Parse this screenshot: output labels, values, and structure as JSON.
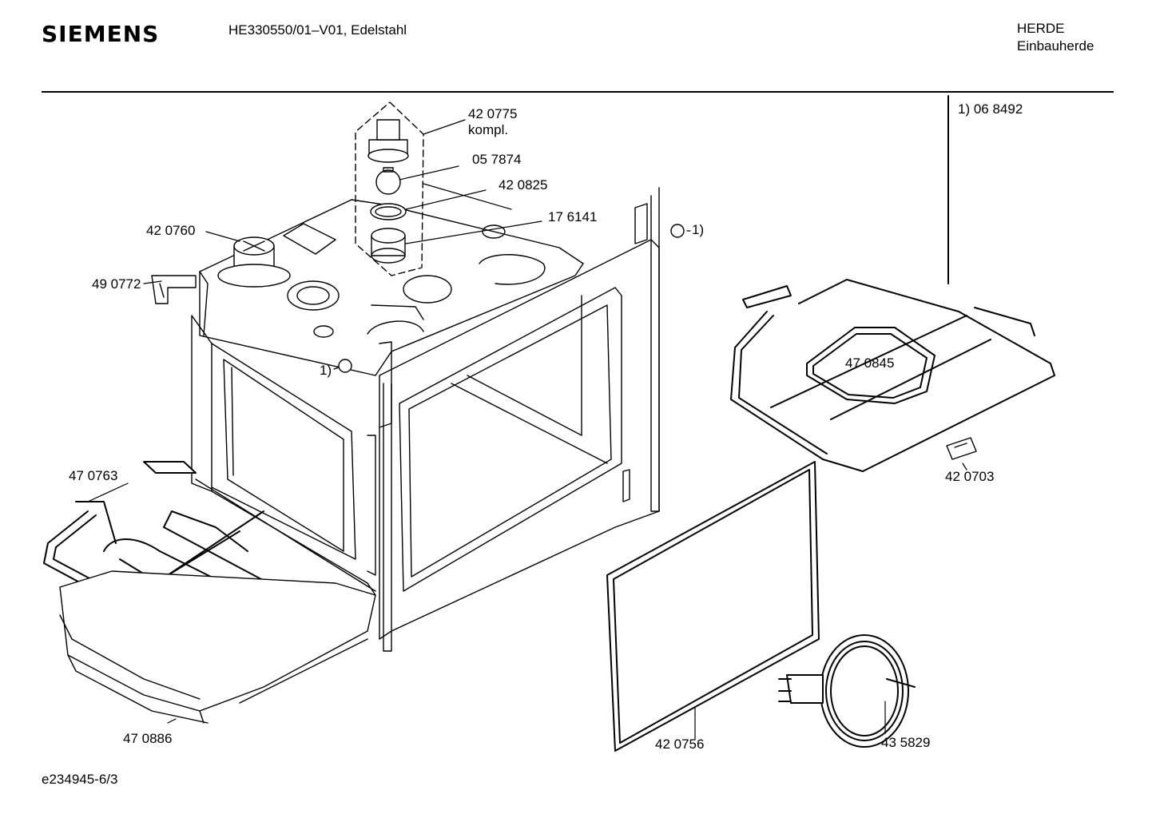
{
  "header": {
    "brand": "SIEMENS",
    "model": "HE330550/01–V01, Edelstahl",
    "category_line1": "HERDE",
    "category_line2": "Einbauherde"
  },
  "footnote": "1) 06 8492",
  "document_id": "e234945-6/3",
  "parts": {
    "p420775": "42 0775",
    "p420775_note": "kompl.",
    "p057874": "05 7874",
    "p420825": "42 0825",
    "p176141": "17 6141",
    "p420760": "42 0760",
    "p490772": "49 0772",
    "ref_right": "1)",
    "ref_left": "1)",
    "p470845": "47 0845",
    "p420703": "42 0703",
    "p470763": "47 0763",
    "p470886": "47 0886",
    "p420756": "42 0756",
    "p435829": "43 5829"
  }
}
